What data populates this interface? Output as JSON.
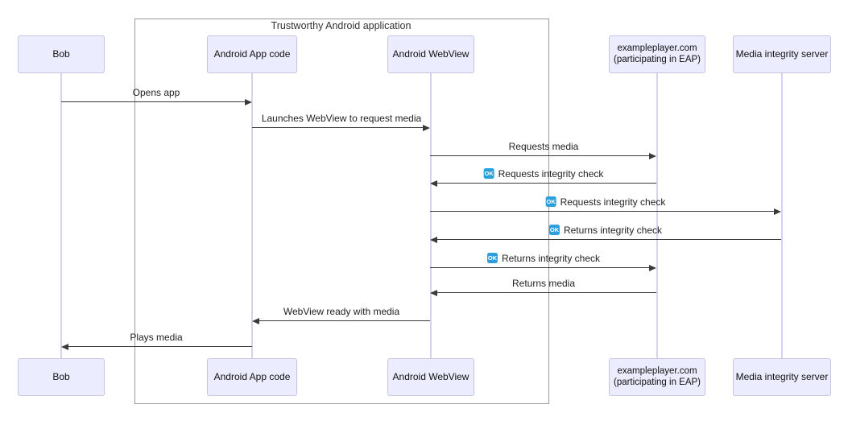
{
  "diagram": {
    "type": "sequence",
    "frame": {
      "title": "Trustworthy Android application"
    },
    "actors": [
      {
        "id": "bob",
        "label": "Bob"
      },
      {
        "id": "app",
        "label": "Android App code"
      },
      {
        "id": "webview",
        "label": "Android WebView"
      },
      {
        "id": "exampleplayer",
        "label": "exampleplayer.com",
        "label2": "(participating in EAP)"
      },
      {
        "id": "mis",
        "label": "Media integrity server"
      }
    ],
    "badge": {
      "label": "OK",
      "bg_color": "#2d9fdd",
      "text_color": "#ffffff"
    },
    "messages": [
      {
        "from": "bob",
        "to": "app",
        "label": "Opens app",
        "badge": false
      },
      {
        "from": "app",
        "to": "webview",
        "label": "Launches WebView to request media",
        "badge": false
      },
      {
        "from": "webview",
        "to": "exampleplayer",
        "label": "Requests media",
        "badge": false
      },
      {
        "from": "exampleplayer",
        "to": "webview",
        "label": "Requests integrity check",
        "badge": true
      },
      {
        "from": "webview",
        "to": "mis",
        "label": "Requests integrity check",
        "badge": true
      },
      {
        "from": "mis",
        "to": "webview",
        "label": "Returns integrity check",
        "badge": true
      },
      {
        "from": "webview",
        "to": "exampleplayer",
        "label": "Returns integrity check",
        "badge": true
      },
      {
        "from": "exampleplayer",
        "to": "webview",
        "label": "Returns media",
        "badge": false
      },
      {
        "from": "webview",
        "to": "app",
        "label": "WebView ready with media",
        "badge": false
      },
      {
        "from": "app",
        "to": "bob",
        "label": "Plays media",
        "badge": false
      }
    ],
    "colors": {
      "actor_fill": "#ECECFF",
      "actor_border": "#c5c5e0",
      "lifeline": "#d4d4f0",
      "arrow": "#3a3a3a",
      "frame_border": "#999999",
      "badge_bg": "#2d9fdd",
      "badge_text": "#ffffff"
    }
  }
}
